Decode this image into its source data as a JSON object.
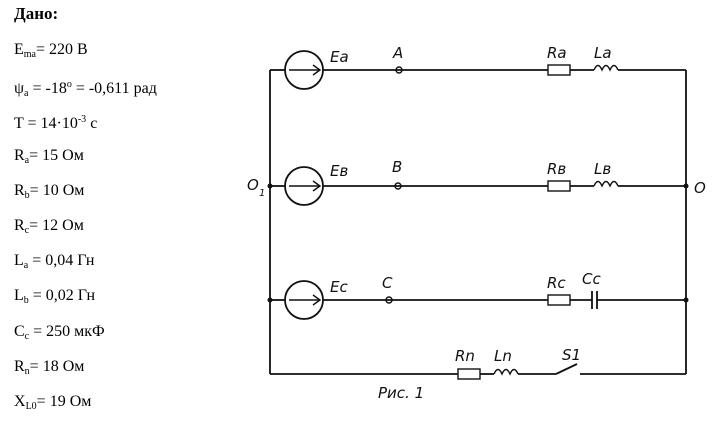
{
  "given": {
    "title": "Дано:",
    "rows": [
      {
        "sym": "E",
        "sub": "ma",
        "rest": "= 220 В"
      },
      {
        "sym": "ψ",
        "sub": "a",
        "rest": " = -18",
        "sup": "o",
        "rest2": " = -0,611 рад"
      },
      {
        "sym": "T",
        "sub": "",
        "rest": " = 14·10",
        "sup": "-3",
        "rest2": " с"
      },
      {
        "sym": "R",
        "sub": "a",
        "rest": "= 15 Ом"
      },
      {
        "sym": "R",
        "sub": "b",
        "rest": "= 10 Ом"
      },
      {
        "sym": "R",
        "sub": "c",
        "rest": "= 12 Ом"
      },
      {
        "sym": "L",
        "sub": "a",
        "rest": " = 0,04 Гн"
      },
      {
        "sym": "L",
        "sub": "b",
        "rest": " = 0,02 Гн"
      },
      {
        "sym": "C",
        "sub": "c",
        "rest": " = 250 мкФ"
      },
      {
        "sym": "R",
        "sub": "n",
        "rest": "= 18 Ом"
      },
      {
        "sym": "X",
        "sub": "L0",
        "rest": "= 19 Ом"
      }
    ]
  },
  "circuit": {
    "source_a": "Ea",
    "source_b": "Eв",
    "source_c": "Ec",
    "node_a": "A",
    "node_b": "B",
    "node_c": "C",
    "r_a": "Ra",
    "l_a": "La",
    "r_b": "Rв",
    "l_b": "Lв",
    "r_c": "Rc",
    "c_c": "Cc",
    "r_n": "Rn",
    "l_n": "Ln",
    "switch": "S1",
    "left_node": "O",
    "left_node_sub": "1",
    "right_node": "O",
    "caption": "Рис. 1"
  }
}
